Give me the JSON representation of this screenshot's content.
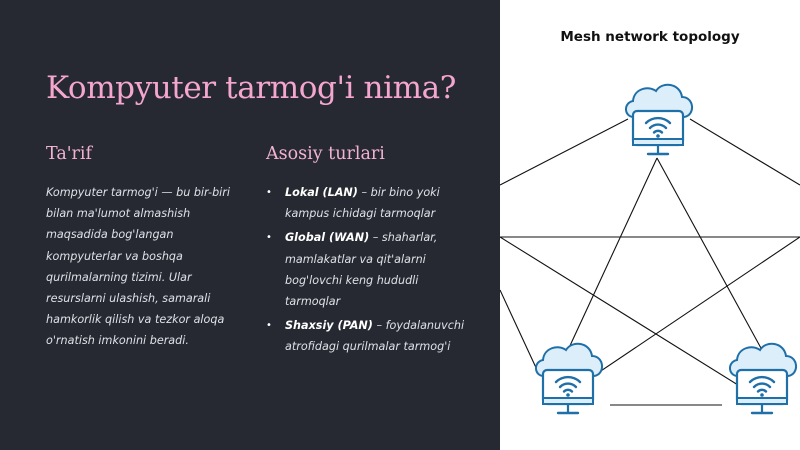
{
  "slide": {
    "title": "Kompyuter tarmog'i nima?",
    "definition": {
      "heading": "Ta'rif",
      "text": "Kompyuter tarmog'i — bu bir-biri bilan ma'lumot almashish maqsadida bog'langan kompyuterlar va boshqa qurilmalarning tizimi. Ular resurslarni ulashish, samarali hamkorlik qilish va tezkor aloqa o'rnatish imkonini beradi."
    },
    "types": {
      "heading": "Asosiy turlari",
      "bullet": "•",
      "items": [
        {
          "label": "Lokal (LAN)",
          "desc": " – bir bino yoki kampus ichidagi tarmoqlar"
        },
        {
          "label": "Global (WAN)",
          "desc": " – shaharlar, mamlakatlar va qit'alarni bog'lovchi keng hududli tarmoqlar"
        },
        {
          "label": "Shaxsiy (PAN)",
          "desc": " – foydalanuvchi atrofidagi qurilmalar tarmog'i"
        }
      ]
    }
  },
  "diagram": {
    "title": "Mesh network topology",
    "node_icon": "cloud-computer-wifi-icon",
    "colors": {
      "left_bg": "#262932",
      "right_bg": "#ffffff",
      "title": "#f4a6cf",
      "heading": "#f2b3d3",
      "node_stroke": "#1f6fa8",
      "node_fill": "#dceef9",
      "line": "#111111"
    }
  }
}
